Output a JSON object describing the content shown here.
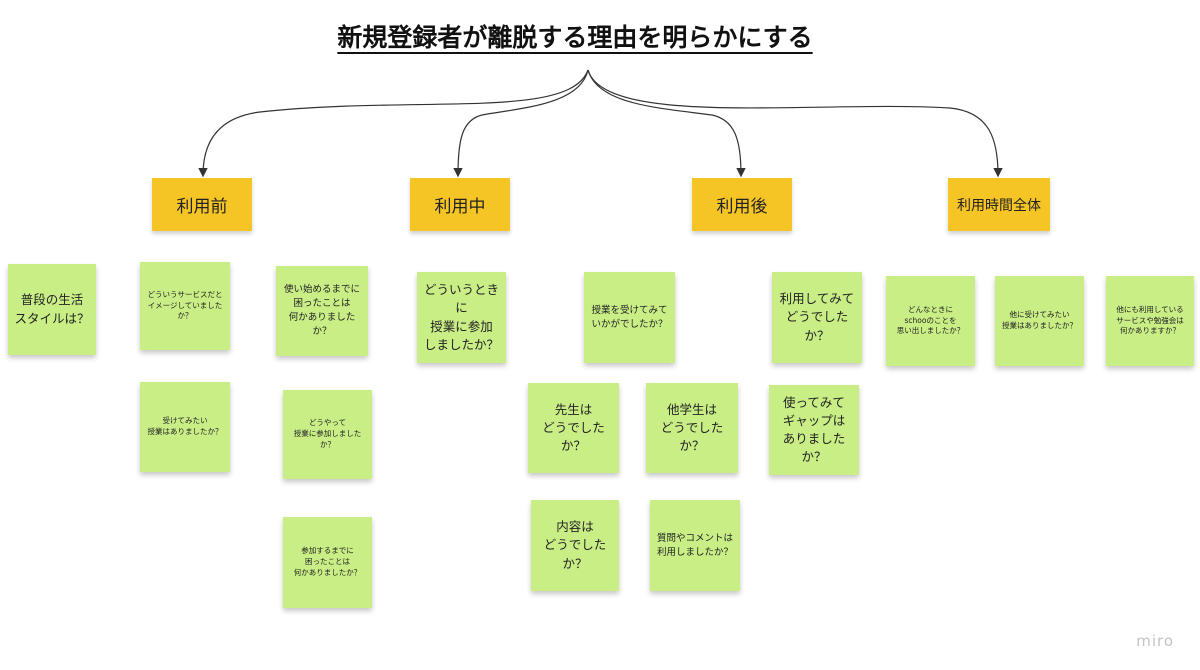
{
  "title": "新規登録者が離脱する理由を明らかにする",
  "categories": [
    {
      "label": "利用前"
    },
    {
      "label": "利用中"
    },
    {
      "label": "利用後"
    },
    {
      "label": "利用時間全体"
    }
  ],
  "notes": [
    {
      "text": "普段の生活\nスタイルは？"
    },
    {
      "text": "どういうサービスだと\nイメージしていましたか？"
    },
    {
      "text": "受けてみたい\n授業はありましたか？"
    },
    {
      "text": "使い始めるまでに\n困ったことは\n何かありましたか？"
    },
    {
      "text": "どうやって\n授業に参加しましたか？"
    },
    {
      "text": "参加するまでに\n困ったことは\n何かありましたか？"
    },
    {
      "text": "どういうときに\n授業に参加\nしましたか？"
    },
    {
      "text": "授業を受けてみて\nいかがでしたか？"
    },
    {
      "text": "先生は\nどうでしたか？"
    },
    {
      "text": "他学生は\nどうでしたか？"
    },
    {
      "text": "内容は\nどうでしたか？"
    },
    {
      "text": "質問やコメントは\n利用しましたか？"
    },
    {
      "text": "利用してみて\nどうでしたか？"
    },
    {
      "text": "使ってみて\nギャップは\nありましたか？"
    },
    {
      "text": "どんなときに\nschooのことを\n思い出しましたか？"
    },
    {
      "text": "他に受けてみたい\n授業はありましたか？"
    },
    {
      "text": "他にも利用している\nサービスや勉強会は\n何かありますか？"
    }
  ],
  "watermark": "miro"
}
